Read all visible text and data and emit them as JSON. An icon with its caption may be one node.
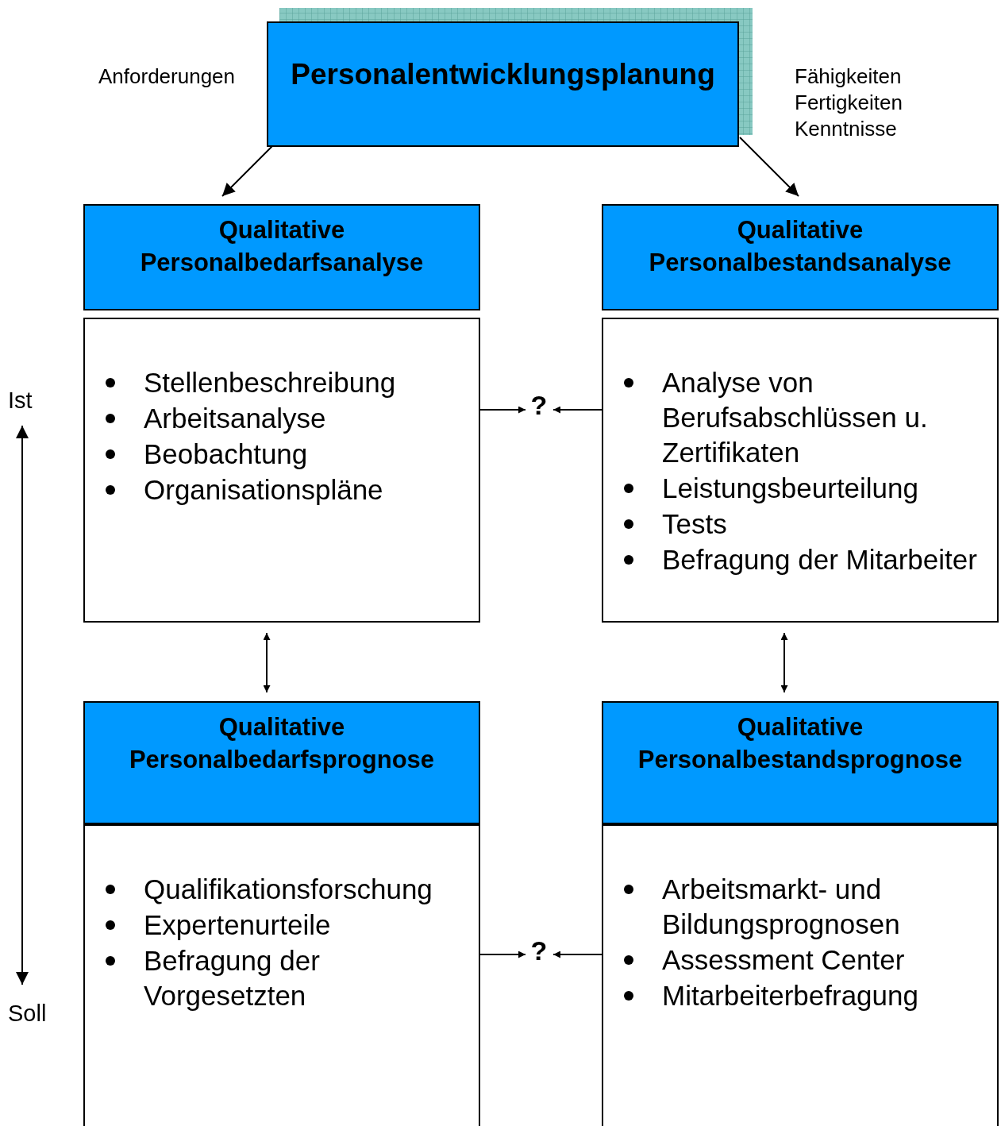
{
  "diagram": {
    "nodes": [
      {
        "text": [
          "Personalentwicklungsplanung"
        ]
      },
      {
        "text": [
          "Qualitative Personalbedarfsanalyse"
        ]
      },
      {
        "text": [
          "Qualitative Personalbestandsanalyse"
        ]
      },
      {
        "text": [
          "Stellenbeschreibung",
          "Arbeitsanalyse",
          "Beobachtung",
          "Organisationspläne"
        ]
      },
      {
        "text": [
          "Analyse von Berufsabschlüssen u. Zertifikaten",
          "Leistungsbeurteilung",
          "Tests",
          "Befragung der Mitarbeiter"
        ]
      },
      {
        "text": [
          "?"
        ]
      },
      {
        "text": [
          "Qualitative Personalbedarfsprognose"
        ]
      },
      {
        "text": [
          "Qualitative Personalbestandsprognose"
        ]
      },
      {
        "text": [
          "Qualifikationsforschung",
          "Expertenurteile",
          "Befragung der Vorgesetzten"
        ]
      },
      {
        "text": [
          "Arbeitsmarkt- und Bildungsprognosen",
          "Assessment Center",
          "Mitarbeiterbefragung"
        ]
      },
      {
        "text": [
          "?"
        ]
      }
    ],
    "edges": [
      {
        "from": 0,
        "to": 1,
        "arrow": "to"
      },
      {
        "from": 0,
        "to": 2,
        "arrow": "to"
      },
      {
        "from": 3,
        "to": 5,
        "arrow": "to"
      },
      {
        "from": 4,
        "to": 5,
        "arrow": "to"
      },
      {
        "from": 3,
        "to": 6,
        "arrow": "both"
      },
      {
        "from": 4,
        "to": 7,
        "arrow": "both"
      },
      {
        "from": 8,
        "to": 10,
        "arrow": "to"
      },
      {
        "from": 9,
        "to": 10,
        "arrow": "to"
      }
    ],
    "labels": [
      "Anforderungen",
      "Fähigkeiten",
      "Fertigkeiten",
      "Kenntnisse",
      "Ist",
      "Soll"
    ]
  }
}
